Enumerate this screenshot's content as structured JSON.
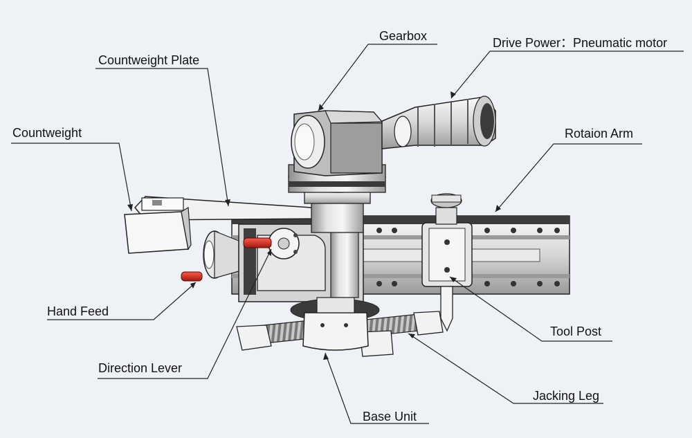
{
  "diagram": {
    "labels": {
      "gearbox": "Gearbox",
      "drive_power": "Drive Power：Pneumatic motor",
      "countweight_plate": "Countweight Plate",
      "countweight": "Countweight",
      "rotation_arm": "Rotaion Arm",
      "hand_feed": "Hand Feed",
      "tool_post": "Tool Post",
      "direction_lever": "Direction Lever",
      "jacking_leg": "Jacking Leg",
      "base_unit": "Base Unit"
    },
    "colors": {
      "background": "#eef2f6",
      "metal_light": "#f4f4f4",
      "metal_mid": "#c9c9c9",
      "metal_dark": "#8e8e8e",
      "outline": "#222222",
      "handle_red": "#d42a1e"
    }
  }
}
